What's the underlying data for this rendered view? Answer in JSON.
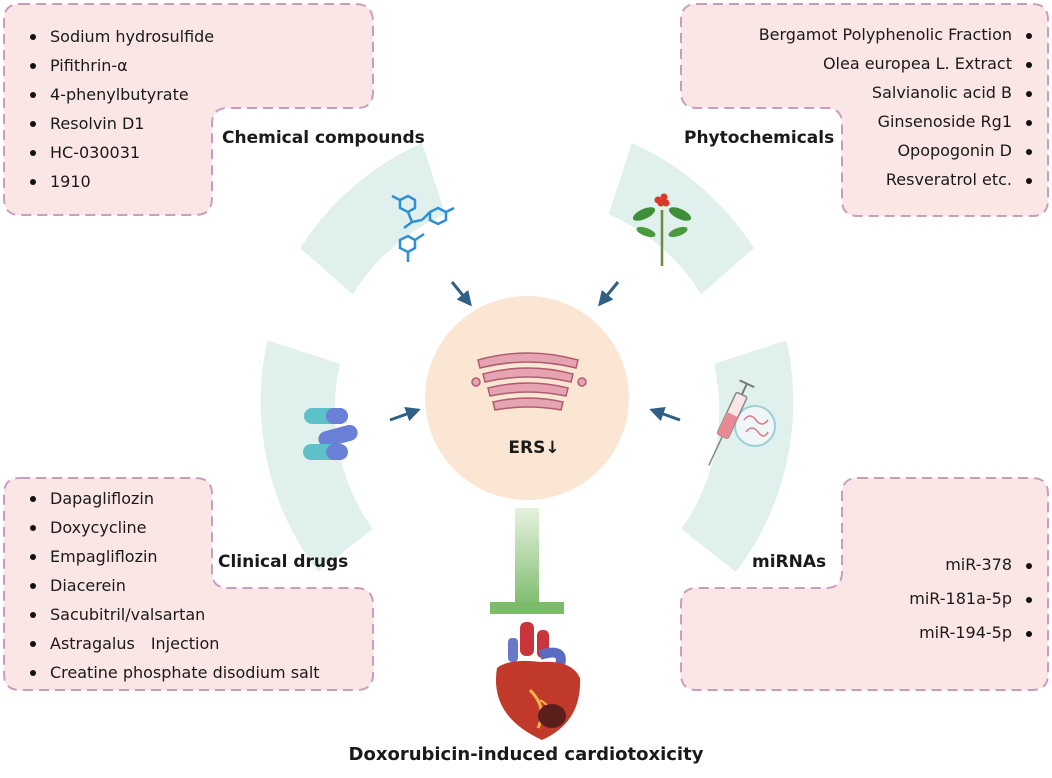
{
  "colors": {
    "box_fill": "#fbe6e6",
    "box_border": "#c99cc0",
    "sector_fill": "#e0f0ec",
    "center_fill": "#fbe6d4",
    "arrow": "#2f5f86",
    "inhibit": "#8cc57a"
  },
  "chemical": {
    "title": "Chemical compounds",
    "icon": "molecule-icon",
    "items": [
      "Sodium hydrosulfide",
      "Pifithrin-α",
      "4-phenylbutyrate",
      "Resolvin D1",
      "HC-030031",
      "1910"
    ]
  },
  "phyto": {
    "title": "Phytochemicals",
    "icon": "ginseng-plant-icon",
    "items": [
      "Bergamot Polyphenolic Fraction",
      "Olea europea L. Extract",
      "Salvianolic acid B",
      "Ginsenoside Rg1",
      "Opopogonin D",
      "Resveratrol etc."
    ]
  },
  "clinical": {
    "title": "Clinical drugs",
    "icon": "capsule-pills-icon",
    "items": [
      "Dapagliflozin",
      "Doxycycline",
      "Empagliflozin",
      "Diacerein",
      "Sacubitril/valsartan",
      "Astragalus Injection",
      "Creatine phosphate disodium salt"
    ]
  },
  "mirna": {
    "title": "miRNAs",
    "icon": "syringe-rna-icon",
    "items": [
      "miR-378",
      "miR-181a-5p",
      "miR-194-5p"
    ]
  },
  "center": {
    "label": "ERS↓",
    "icon": "endoplasmic-reticulum-icon"
  },
  "outcome": {
    "title": "Doxorubicin-induced cardiotoxicity",
    "icon": "heart-icon"
  }
}
